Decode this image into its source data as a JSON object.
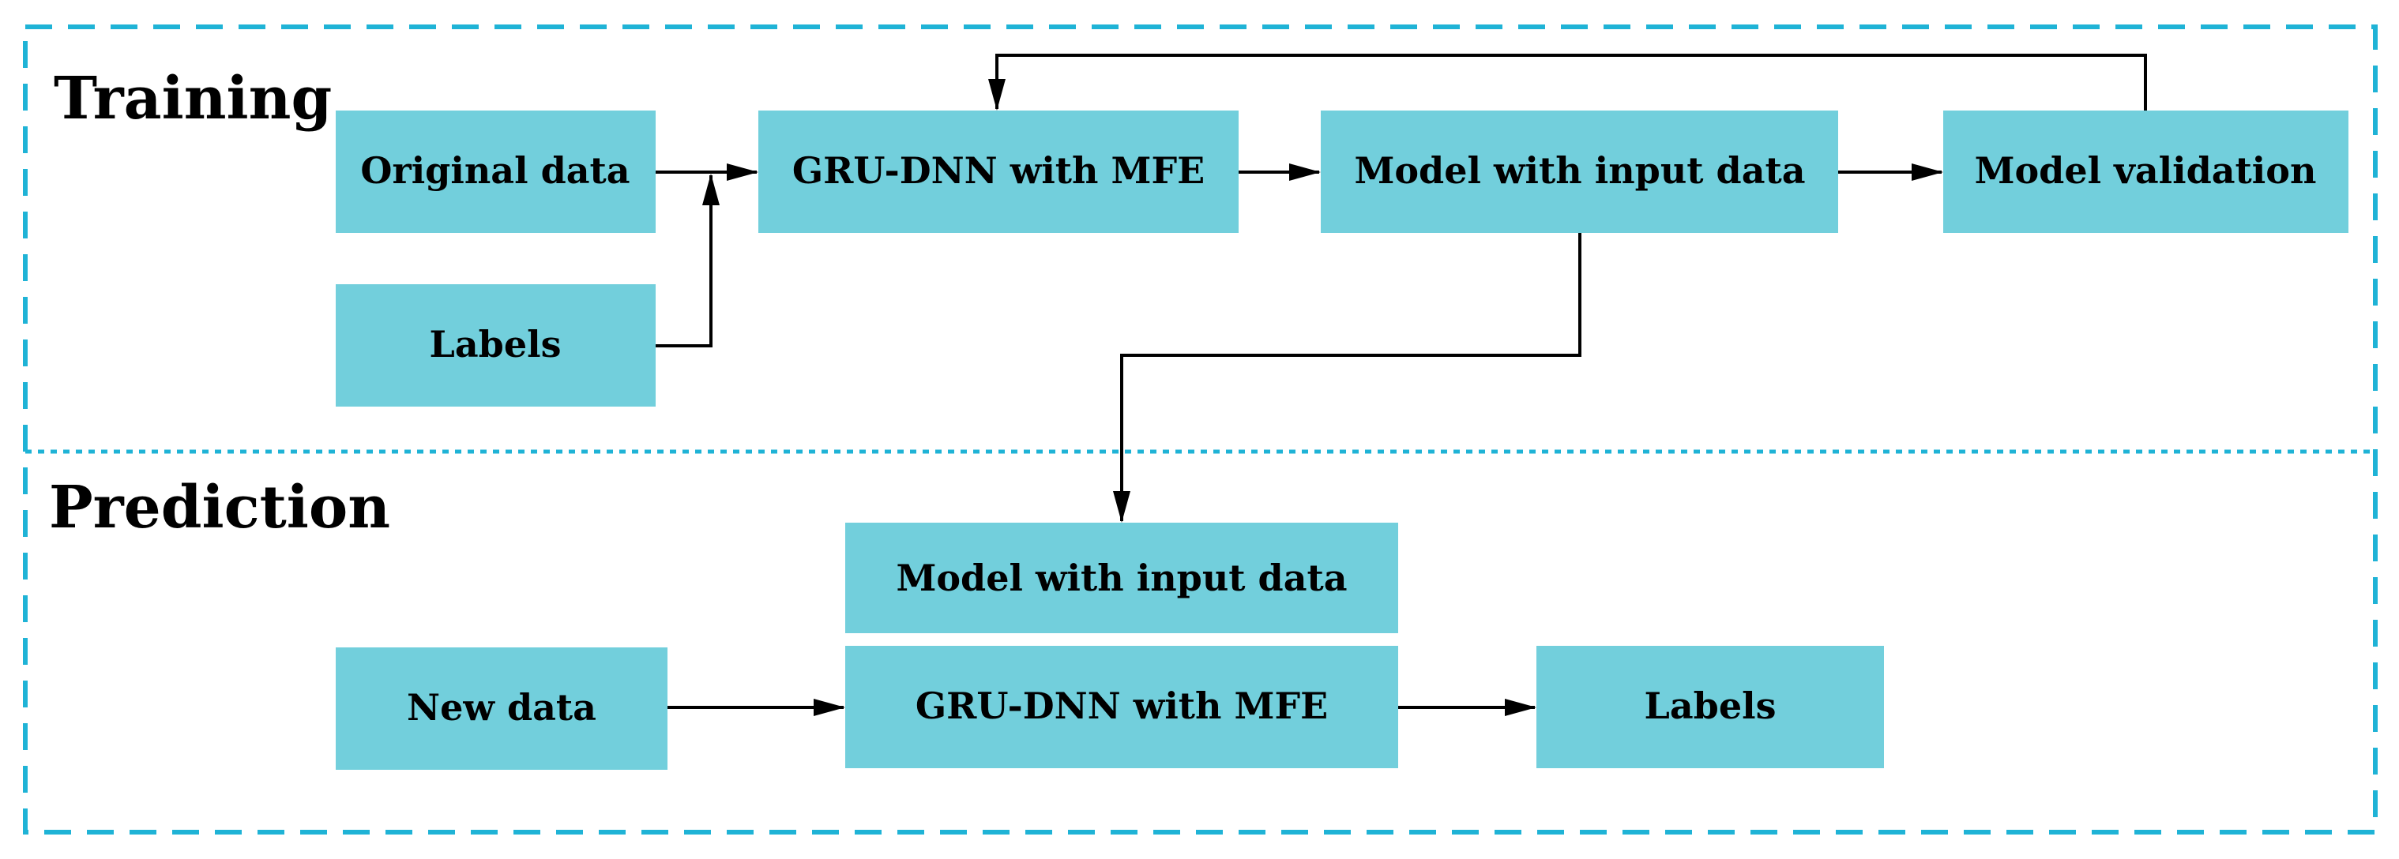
{
  "colors": {
    "box_fill": "#72cfdc",
    "frame_stroke": "#1fb3d6",
    "arrow": "#000000"
  },
  "sections": {
    "training": "Training",
    "prediction": "Prediction"
  },
  "training": {
    "original_data": "Original data",
    "labels": "Labels",
    "gru_dnn": "GRU-DNN with MFE",
    "model_input": "Model with input data",
    "validation": "Model validation"
  },
  "prediction": {
    "model_input": "Model with input data",
    "new_data": "New data",
    "gru_dnn": "GRU-DNN with MFE",
    "labels": "Labels"
  }
}
